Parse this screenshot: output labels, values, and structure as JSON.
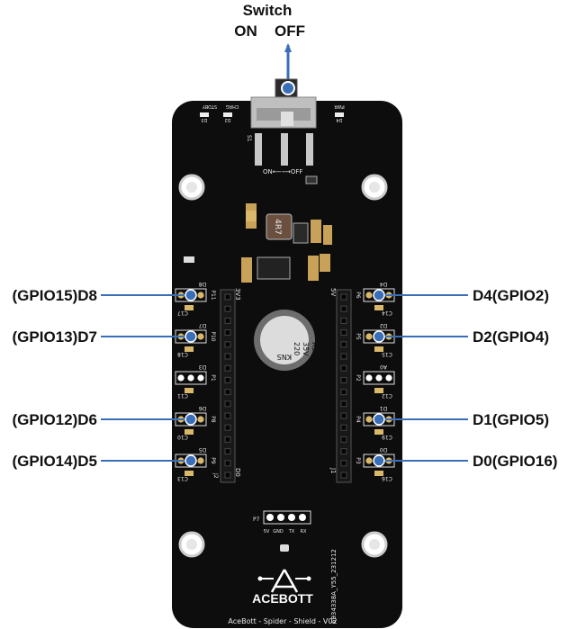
{
  "header": {
    "title": "Switch",
    "on": "ON",
    "off": "OFF"
  },
  "board": {
    "switch_label": "S1",
    "switch_mark": "ON⟵⟶OFF",
    "leds": {
      "stdby": "STDBY",
      "chrg": "CHRG",
      "pwr": "PWR",
      "d3": "D3",
      "d2": "D2",
      "d4": "D4"
    },
    "inductor": "4R7",
    "capacitor": [
      "220",
      "35V",
      "RST",
      "KNS"
    ],
    "headers": {
      "left_top": "3V3",
      "right_top": "5V",
      "left_bottom": "D0",
      "right_bottom": "J1",
      "left_j": "J2"
    },
    "ports": {
      "p7": "P7",
      "pins": [
        "5V",
        "GND",
        "TX",
        "RX"
      ]
    },
    "brand": "ACEBOTT",
    "footer": "AceBott - Spider - Shield - V02",
    "serial": "6934338A_Y55_231212",
    "left_connectors": [
      {
        "p": "P11",
        "d": "D8",
        "c": "C17"
      },
      {
        "p": "P10",
        "d": "D7",
        "c": "C18"
      },
      {
        "p": "P1",
        "d": "D3",
        "c": "C11"
      },
      {
        "p": "P8",
        "d": "D6",
        "c": "C10"
      },
      {
        "p": "P9",
        "d": "D5",
        "c": "C13"
      }
    ],
    "right_connectors": [
      {
        "p": "P6",
        "d": "D4",
        "c": "C14"
      },
      {
        "p": "P5",
        "d": "D2",
        "c": "C15"
      },
      {
        "p": "P2",
        "d": "A0",
        "c": "C12"
      },
      {
        "p": "P4",
        "d": "D1",
        "c": "C19"
      },
      {
        "p": "P3",
        "d": "D0",
        "c": "C16"
      }
    ]
  },
  "callouts": {
    "left": [
      "(GPIO15)D8",
      "(GPIO13)D7",
      "(GPIO12)D6",
      "(GPIO14)D5"
    ],
    "right": [
      "D4(GPIO2)",
      "D2(GPIO4)",
      "D1(GPIO5)",
      "D0(GPIO16)"
    ]
  },
  "colors": {
    "board": "#0d0d0d",
    "marker": "#3a6fb8",
    "silk": "#e8e8e8",
    "gold": "#d9b86a"
  }
}
